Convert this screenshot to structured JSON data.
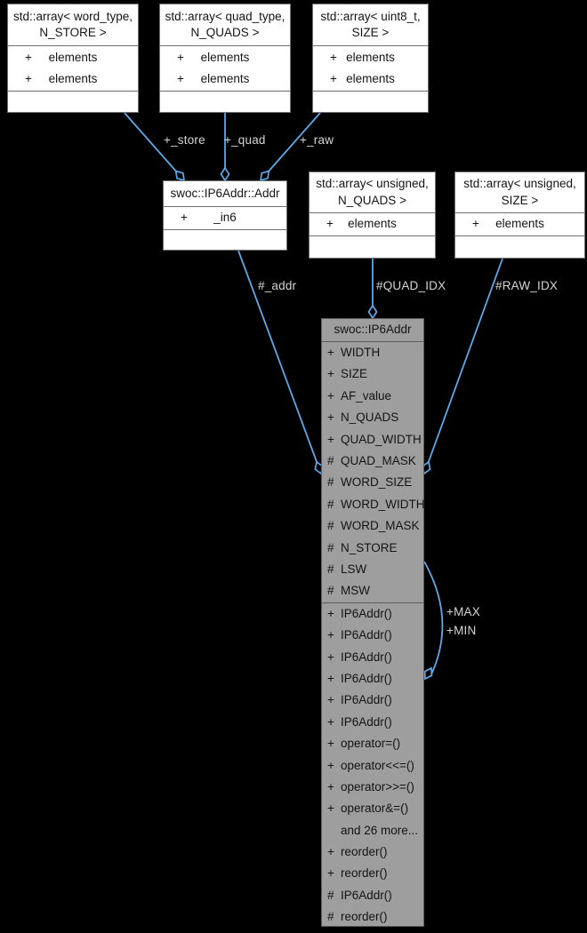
{
  "colors": {
    "background": "#000000",
    "edge_blue": "#5da9e8",
    "node_fill": "#ffffff",
    "main_node_fill": "#9e9e9e",
    "node_border": "#6f6f6f",
    "edge_label_text": "#d6d6d6",
    "node_text": "#141414"
  },
  "nodes": {
    "word_array": {
      "title": [
        "std::array< word_type,",
        "N_STORE >"
      ],
      "attrs": [
        {
          "p": "+",
          "n": "elements"
        },
        {
          "p": "+",
          "n": "elements"
        }
      ]
    },
    "quad_array": {
      "title": [
        "std::array< quad_type,",
        "N_QUADS >"
      ],
      "attrs": [
        {
          "p": "+",
          "n": "elements"
        },
        {
          "p": "+",
          "n": "elements"
        }
      ]
    },
    "uint8_array": {
      "title": [
        "std::array< uint8_t,",
        "SIZE >"
      ],
      "attrs": [
        {
          "p": "+",
          "n": "elements"
        },
        {
          "p": "+",
          "n": "elements"
        }
      ]
    },
    "addr": {
      "title": "swoc::IP6Addr::Addr",
      "attrs": [
        {
          "p": "+",
          "n": "_in6"
        }
      ]
    },
    "unsigned_nquads_array": {
      "title": [
        "std::array< unsigned,",
        "N_QUADS >"
      ],
      "attrs": [
        {
          "p": "+",
          "n": "elements"
        }
      ]
    },
    "unsigned_size_array": {
      "title": [
        "std::array< unsigned,",
        "SIZE >"
      ],
      "attrs": [
        {
          "p": "+",
          "n": "elements"
        }
      ]
    },
    "ip6addr": {
      "title": "swoc::IP6Addr",
      "attrs": [
        {
          "p": "+",
          "n": "WIDTH"
        },
        {
          "p": "+",
          "n": "SIZE"
        },
        {
          "p": "+",
          "n": "AF_value"
        },
        {
          "p": "+",
          "n": "N_QUADS"
        },
        {
          "p": "+",
          "n": "QUAD_WIDTH"
        },
        {
          "p": "#",
          "n": "QUAD_MASK"
        },
        {
          "p": "#",
          "n": "WORD_SIZE"
        },
        {
          "p": "#",
          "n": "WORD_WIDTH"
        },
        {
          "p": "#",
          "n": "WORD_MASK"
        },
        {
          "p": "#",
          "n": "N_STORE"
        },
        {
          "p": "#",
          "n": "LSW"
        },
        {
          "p": "#",
          "n": "MSW"
        }
      ],
      "methods": [
        {
          "p": "+",
          "n": "IP6Addr()"
        },
        {
          "p": "+",
          "n": "IP6Addr()"
        },
        {
          "p": "+",
          "n": "IP6Addr()"
        },
        {
          "p": "+",
          "n": "IP6Addr()"
        },
        {
          "p": "+",
          "n": "IP6Addr()"
        },
        {
          "p": "+",
          "n": "IP6Addr()"
        },
        {
          "p": "+",
          "n": "operator=()"
        },
        {
          "p": "+",
          "n": "operator<<=()"
        },
        {
          "p": "+",
          "n": "operator>>=()"
        },
        {
          "p": "+",
          "n": "operator&=()"
        },
        {
          "p": "",
          "n": "and 26 more..."
        },
        {
          "p": "+",
          "n": "reorder()"
        },
        {
          "p": "+",
          "n": "reorder()"
        },
        {
          "p": "#",
          "n": "IP6Addr()"
        },
        {
          "p": "#",
          "n": "reorder()"
        }
      ]
    }
  },
  "edge_labels": {
    "store": "+_store",
    "quad": "+_quad",
    "raw": "+_raw",
    "addr": "#_addr",
    "quad_idx": "#QUAD_IDX",
    "raw_idx": "#RAW_IDX",
    "max": "+MAX",
    "min": "+MIN"
  }
}
